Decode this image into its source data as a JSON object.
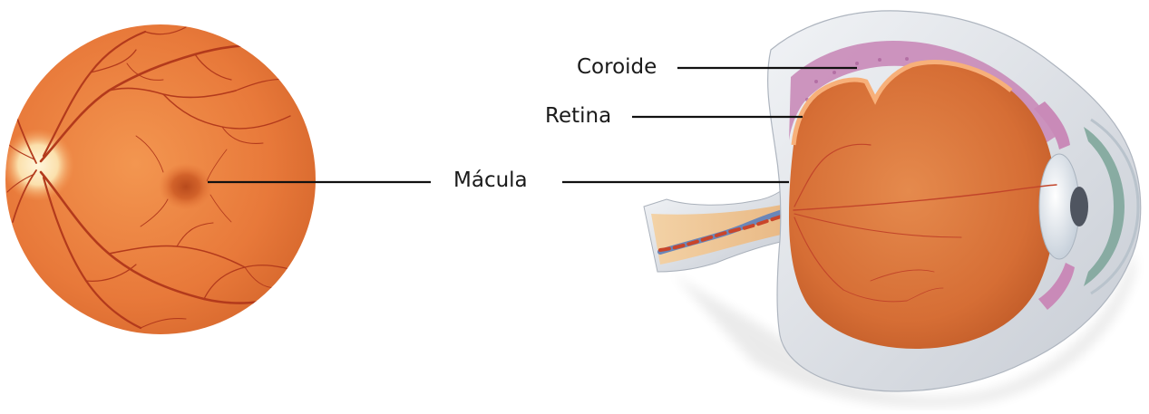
{
  "labels": {
    "coroide": "Coroide",
    "retina": "Retina",
    "macula": "Mácula"
  },
  "colors": {
    "fundus_base": "#e87a38",
    "fundus_light": "#f59a52",
    "vessel": "#b8391c",
    "optic_disc": "#fbe6b8",
    "macula": "#c45420",
    "sclera": "#e4e7ec",
    "sclera_shadow": "#bfc5cf",
    "choroid": "#c98ab8",
    "retina_inner": "#ef9a5c",
    "eye_interior": "#d9703a",
    "lens": "#e6ebf1",
    "cornea": "#7fa69b",
    "leader_line": "#111111"
  }
}
